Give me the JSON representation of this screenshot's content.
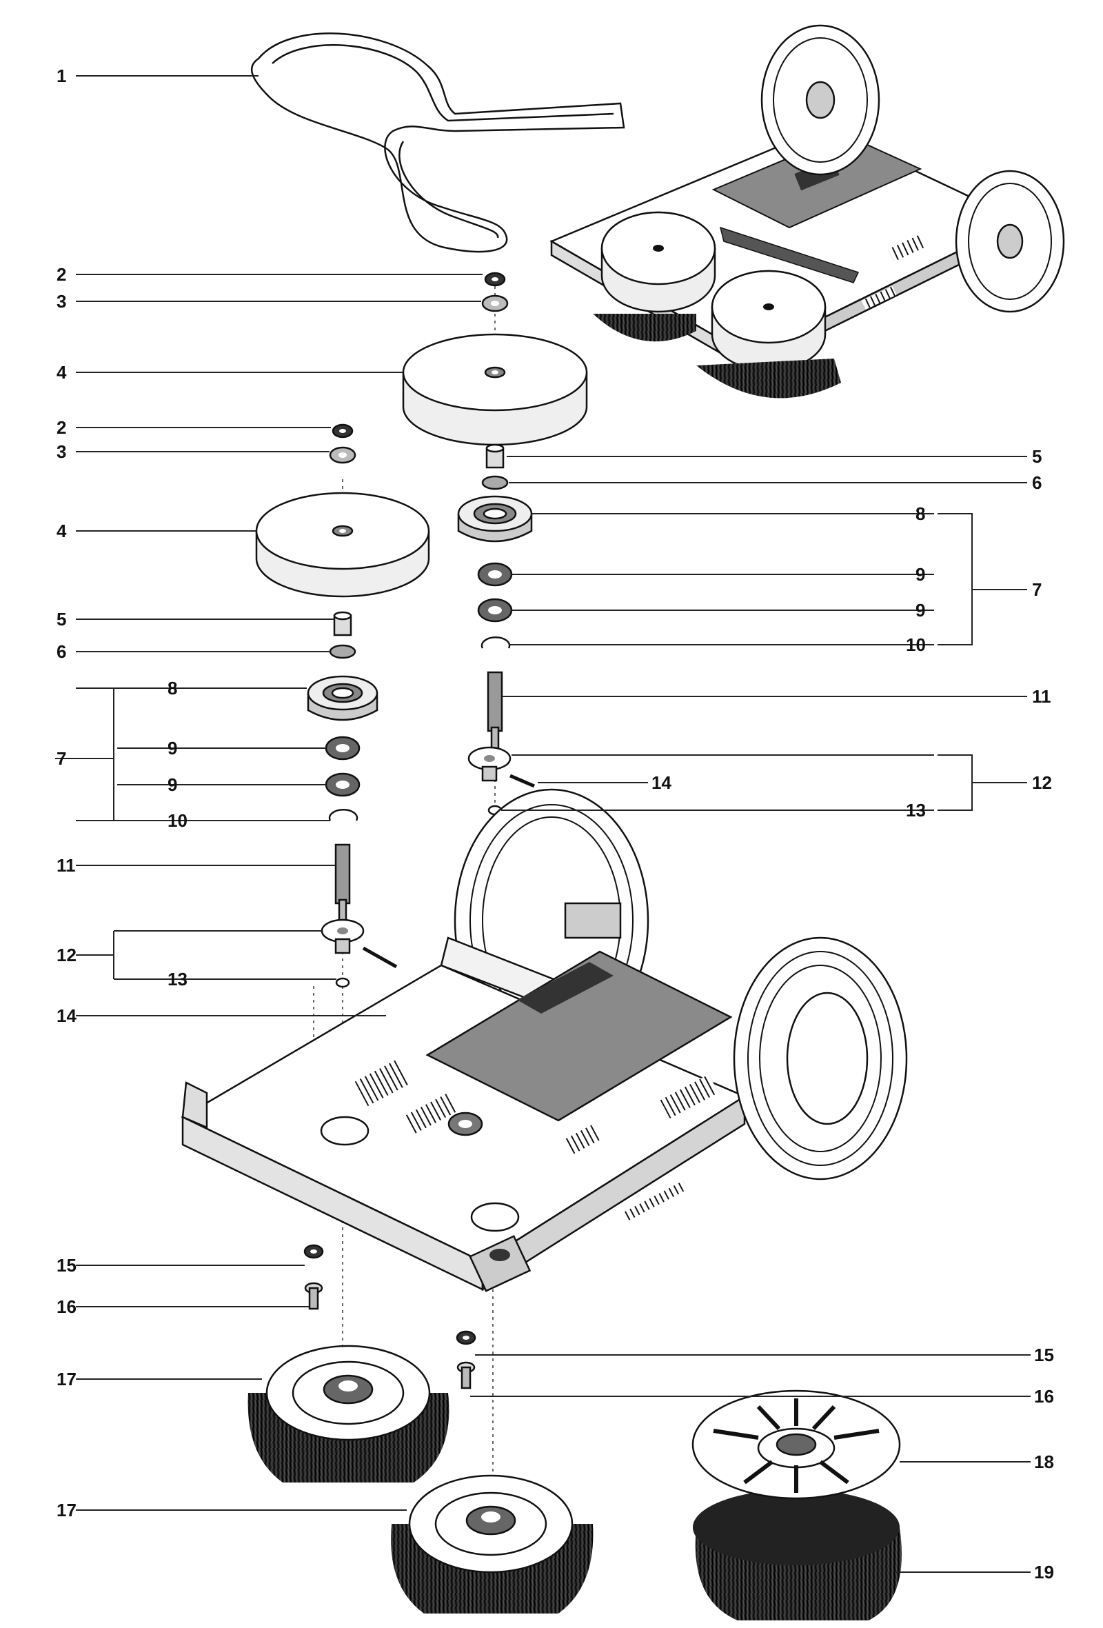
{
  "diagram": {
    "callouts": [
      "1",
      "2",
      "3",
      "4",
      "5",
      "6",
      "7",
      "8",
      "9",
      "10",
      "11",
      "12",
      "13",
      "14",
      "15",
      "16",
      "17",
      "18",
      "19"
    ]
  },
  "colors": {
    "ink": "#111111",
    "paper": "#ffffff",
    "grey": "#9a9a9a",
    "light": "#e6e6e6"
  }
}
